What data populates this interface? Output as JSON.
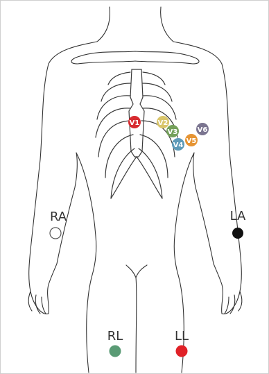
{
  "diagram": {
    "limb_leads": [
      {
        "id": "ra",
        "label": "RA",
        "color": "#ffffff",
        "stroke": "#555555"
      },
      {
        "id": "la",
        "label": "LA",
        "color": "#111111",
        "stroke": "#111111"
      },
      {
        "id": "rl",
        "label": "RL",
        "color": "#5a9b75",
        "stroke": "#5a9b75"
      },
      {
        "id": "ll",
        "label": "LL",
        "color": "#e02127",
        "stroke": "#e02127"
      }
    ],
    "chest_leads": [
      {
        "id": "v1",
        "label": "V1",
        "color": "#d72b30"
      },
      {
        "id": "v2",
        "label": "V2",
        "color": "#d9c56b"
      },
      {
        "id": "v3",
        "label": "V3",
        "color": "#74a05a"
      },
      {
        "id": "v4",
        "label": "V4",
        "color": "#5d9ab8"
      },
      {
        "id": "v5",
        "label": "V5",
        "color": "#e69433"
      },
      {
        "id": "v6",
        "label": "V6",
        "color": "#7b7590"
      }
    ]
  }
}
